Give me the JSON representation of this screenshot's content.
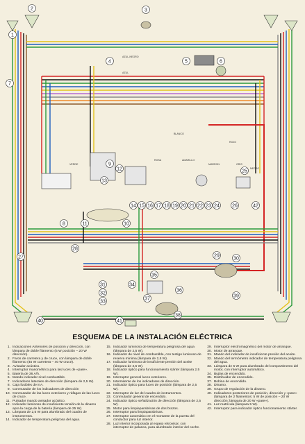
{
  "title": "ESQUEMA DE LA INSTALACIÓN ELÉCTRICA",
  "component_numbers": [
    "1",
    "2",
    "3",
    "4",
    "5",
    "6",
    "7",
    "8",
    "9",
    "10",
    "11",
    "12",
    "13",
    "14",
    "15",
    "16",
    "17",
    "18",
    "19",
    "20",
    "21",
    "22",
    "23",
    "24",
    "25",
    "26",
    "27",
    "28",
    "29",
    "30",
    "31",
    "32",
    "33",
    "34",
    "35",
    "36",
    "37",
    "38",
    "39",
    "40",
    "41",
    "42"
  ],
  "wire_labels": [
    "AZUL-NEGRO",
    "AZUL",
    "BLANCO",
    "ROJO",
    "VERDE",
    "AMARILLO",
    "MARRON",
    "GRIS",
    "NEGRO",
    "ROSA"
  ],
  "legend": [
    {
      "n": "1.",
      "t": "Indicaciones Anteriores de posición y dirección, con lámpara de doble filamento (5 W posición – 20 W dirección)."
    },
    {
      "n": "2.",
      "t": "Faros de carretera y de cruce, con lámpara de doble filamento (45 W carretera – 40 W cruce)."
    },
    {
      "n": "3.",
      "t": "Avisador acústico."
    },
    {
      "n": "4.",
      "t": "Interruptor manométrico para las luces de «pare»."
    },
    {
      "n": "5.",
      "t": "Batería de 36 A/h."
    },
    {
      "n": "6.",
      "t": "Mando indicador nivel combustible."
    },
    {
      "n": "7.",
      "t": "Indicadores laterales de dirección (lámpara de 2,5 W)."
    },
    {
      "n": "8.",
      "t": "Caja fusibles de 8 A."
    },
    {
      "n": "9.",
      "t": "Conmutador de los indicadores de dirección"
    },
    {
      "n": "10.",
      "t": "Conmutador de las luces exteriores y ráfagas de las luces de cruce."
    },
    {
      "n": "11.",
      "t": "Pulsador mando avisador acústico."
    },
    {
      "n": "12.",
      "t": "Indicador luminoso de insuficiente tensión de la dinamo apra la carga de la batería (lámpara de 25 W)."
    },
    {
      "n": "13.",
      "t": "Lámpara de 2,5 W para alumbrado del cuadro de instrumentos."
    },
    {
      "n": "14.",
      "t": "Indicador de temperatura peligrosa del agua."
    },
    {
      "n": "15.",
      "t": "Indicador luminoso de temperatura peligrosa del agua (lámpara de 2,5 W)."
    },
    {
      "n": "16.",
      "t": "Indicador de nivel de combustible, con testigo luminoso de reserva mínima (lámpara de 2,5 W)."
    },
    {
      "n": "17.",
      "t": "Indicador luminoso de insuficiente presión del aceite (lámpara de 2,5 W)."
    },
    {
      "n": "18.",
      "t": "Indicador óptico para funcionamiento stárter (lámpara 2,5 W)."
    },
    {
      "n": "19.",
      "t": "Interruptor general luces exteriores."
    },
    {
      "n": "20.",
      "t": "Intermitente de los indicadores de dirección."
    },
    {
      "n": "21.",
      "t": "Indicador óptico para luces de posición (lámpara de 2,5 W)."
    },
    {
      "n": "22.",
      "t": "Interruptor de luz del cuadro de instrumentos."
    },
    {
      "n": "23.",
      "t": "Conmutador general de encendido."
    },
    {
      "n": "24.",
      "t": "Indicador óptico señalización de dirección (lámpara de 2,5 W)."
    },
    {
      "n": "25.",
      "t": "Motor para limpiaparabrisas de dos brazos."
    },
    {
      "n": "26.",
      "t": "Interruptor para limpiaparabrisas."
    },
    {
      "n": "27.",
      "t": "Interruptor automático en el montante de la puerta del conductor para luz interior."
    },
    {
      "n": "28.",
      "t": "Luz interior incorporada al espejo retrovisor, con interruptor de palanca, para alumbrado interior del coche."
    },
    {
      "n": "29.",
      "t": "Interruptor electromagnético del motor de arranque."
    },
    {
      "n": "30.",
      "t": "Motor de arranque."
    },
    {
      "n": "31.",
      "t": "Mando del indicador de insuficiente presión del aceite."
    },
    {
      "n": "32.",
      "t": "Mando del termómetro indicador de temperatura peligrosa del agua."
    },
    {
      "n": "33.",
      "t": "Lámpara de 5 W para alumbrado del compartimento del motor, con interruptor automático."
    },
    {
      "n": "34.",
      "t": "Bujías de encendido."
    },
    {
      "n": "35.",
      "t": "Distribuidor de encendido."
    },
    {
      "n": "37.",
      "t": "Bobina de encendido."
    },
    {
      "n": "38.",
      "t": "Dinamo."
    },
    {
      "n": "39.",
      "t": "Grupo de regulación de la dinamo."
    },
    {
      "n": "40.",
      "t": "Indicadores posteriores de posición, dirección y «pare» (lámpara de 2 filamentos: 5 W de posición – 20 W dirección; lámpara de 20 W «pare»)."
    },
    {
      "n": "41.",
      "t": "Luz matrícula (lámpara 5 W)."
    },
    {
      "n": "42.",
      "t": "Interruptor para indicador óptico funcionamiento stárter."
    }
  ]
}
